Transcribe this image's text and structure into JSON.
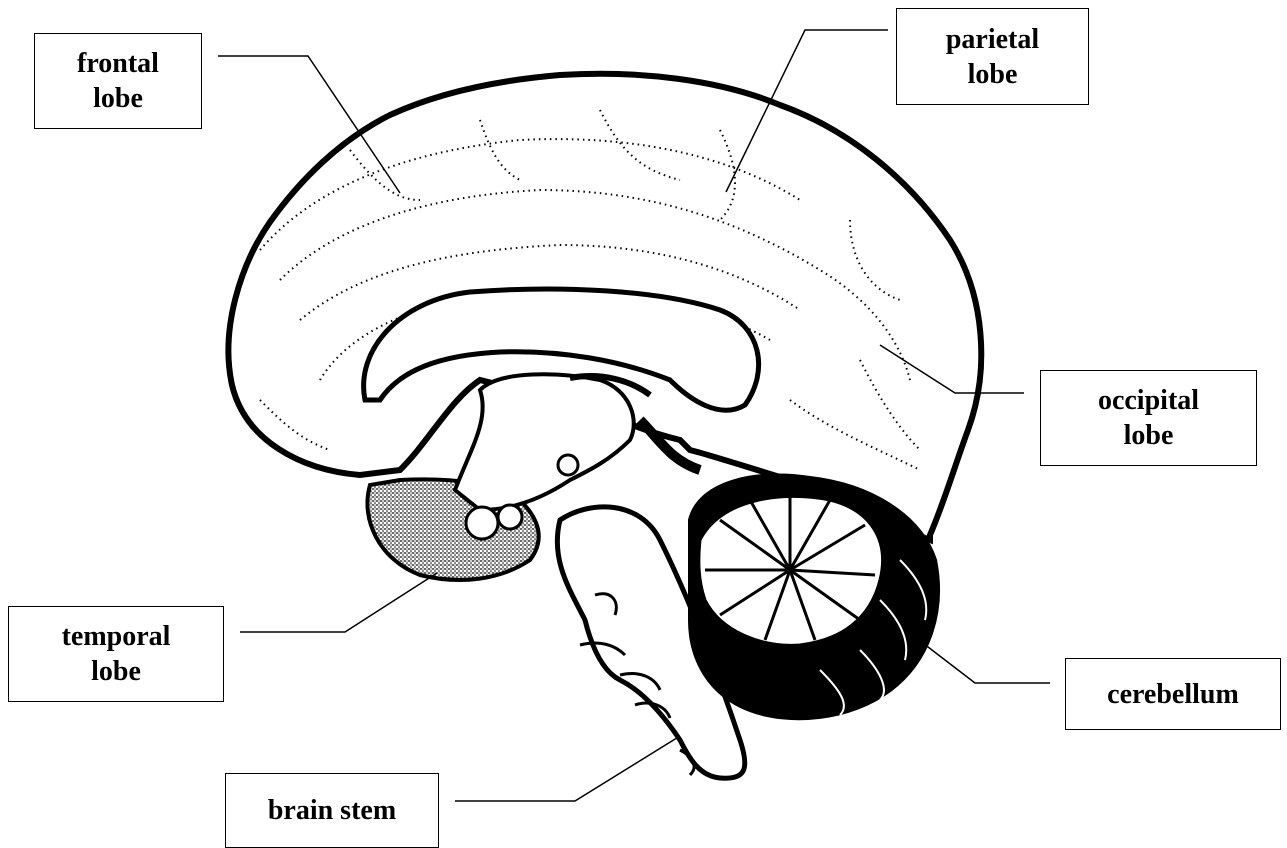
{
  "labels": {
    "frontal": "frontal\nlobe",
    "parietal": "parietal\nlobe",
    "occipital": "occipital\nlobe",
    "temporal": "temporal\nlobe",
    "cerebellum": "cerebellum",
    "brainstem": "brain stem"
  }
}
